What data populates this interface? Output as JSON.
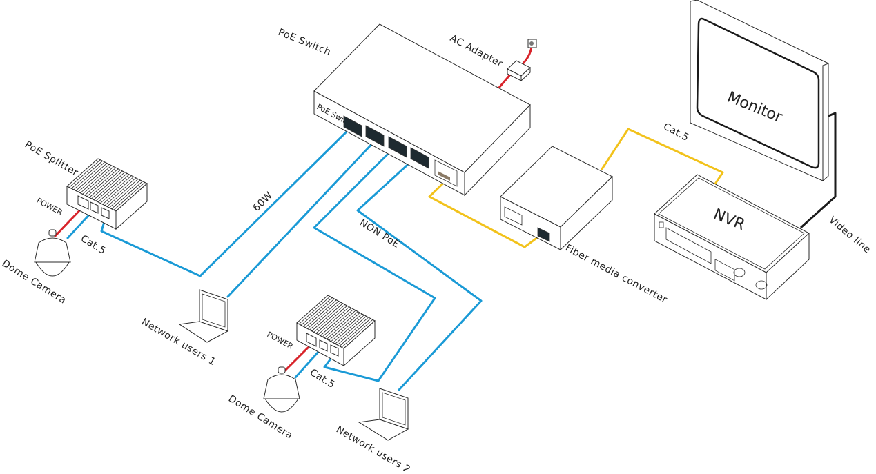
{
  "diagram": {
    "title": "PoE network topology",
    "colors": {
      "poe_cable": "#1a9ad6",
      "fiber_cable": "#f2c21b",
      "power_cable": "#d8232a",
      "video_cable": "#1a1a1a"
    },
    "nodes": {
      "poe_switch": {
        "label": "PoE  Switch",
        "faceplate": "PoE Switch",
        "ports": [
          "1",
          "2",
          "3",
          "4"
        ]
      },
      "ac_adapter": {
        "label": "AC Adapter"
      },
      "poe_splitter_1": {
        "label": "PoE Splitter",
        "power_label": "POWER",
        "cable_label": "Cat.5"
      },
      "dome_camera_1": {
        "label": "Dome Camera"
      },
      "network_users_1": {
        "label": "Network users 1"
      },
      "poe_splitter_2": {
        "power_label": "POWER",
        "cable_label": "Cat.5"
      },
      "dome_camera_2": {
        "label": "Dome Camera"
      },
      "network_users_2": {
        "label": "Network users 2"
      },
      "fiber_media_converter": {
        "label": "Fiber media converter"
      },
      "nvr": {
        "label": "NVR"
      },
      "monitor": {
        "label": "Monitor"
      }
    },
    "edge_labels": {
      "power_60w": "60W",
      "non_poe": "NON PoE",
      "cat5_nvr": "Cat.5",
      "video_line": "Video line"
    },
    "edges": [
      {
        "from": "poe_switch.port1",
        "to": "poe_splitter_1",
        "type": "poe",
        "label": "60W"
      },
      {
        "from": "poe_switch.port2",
        "to": "network_users_1",
        "type": "poe"
      },
      {
        "from": "poe_switch.port3",
        "to": "poe_splitter_2",
        "type": "poe"
      },
      {
        "from": "poe_switch.port4",
        "to": "network_users_2",
        "type": "non_poe",
        "label": "NON PoE"
      },
      {
        "from": "poe_switch.sfp",
        "to": "fiber_media_converter",
        "type": "fiber"
      },
      {
        "from": "fiber_media_converter",
        "to": "nvr",
        "type": "cat5",
        "label": "Cat.5"
      },
      {
        "from": "nvr",
        "to": "monitor",
        "type": "video",
        "label": "Video line"
      },
      {
        "from": "ac_adapter",
        "to": "poe_switch",
        "type": "power"
      },
      {
        "from": "poe_splitter_1",
        "to": "dome_camera_1",
        "type": "power+cat5"
      },
      {
        "from": "poe_splitter_2",
        "to": "dome_camera_2",
        "type": "power+cat5"
      }
    ]
  }
}
